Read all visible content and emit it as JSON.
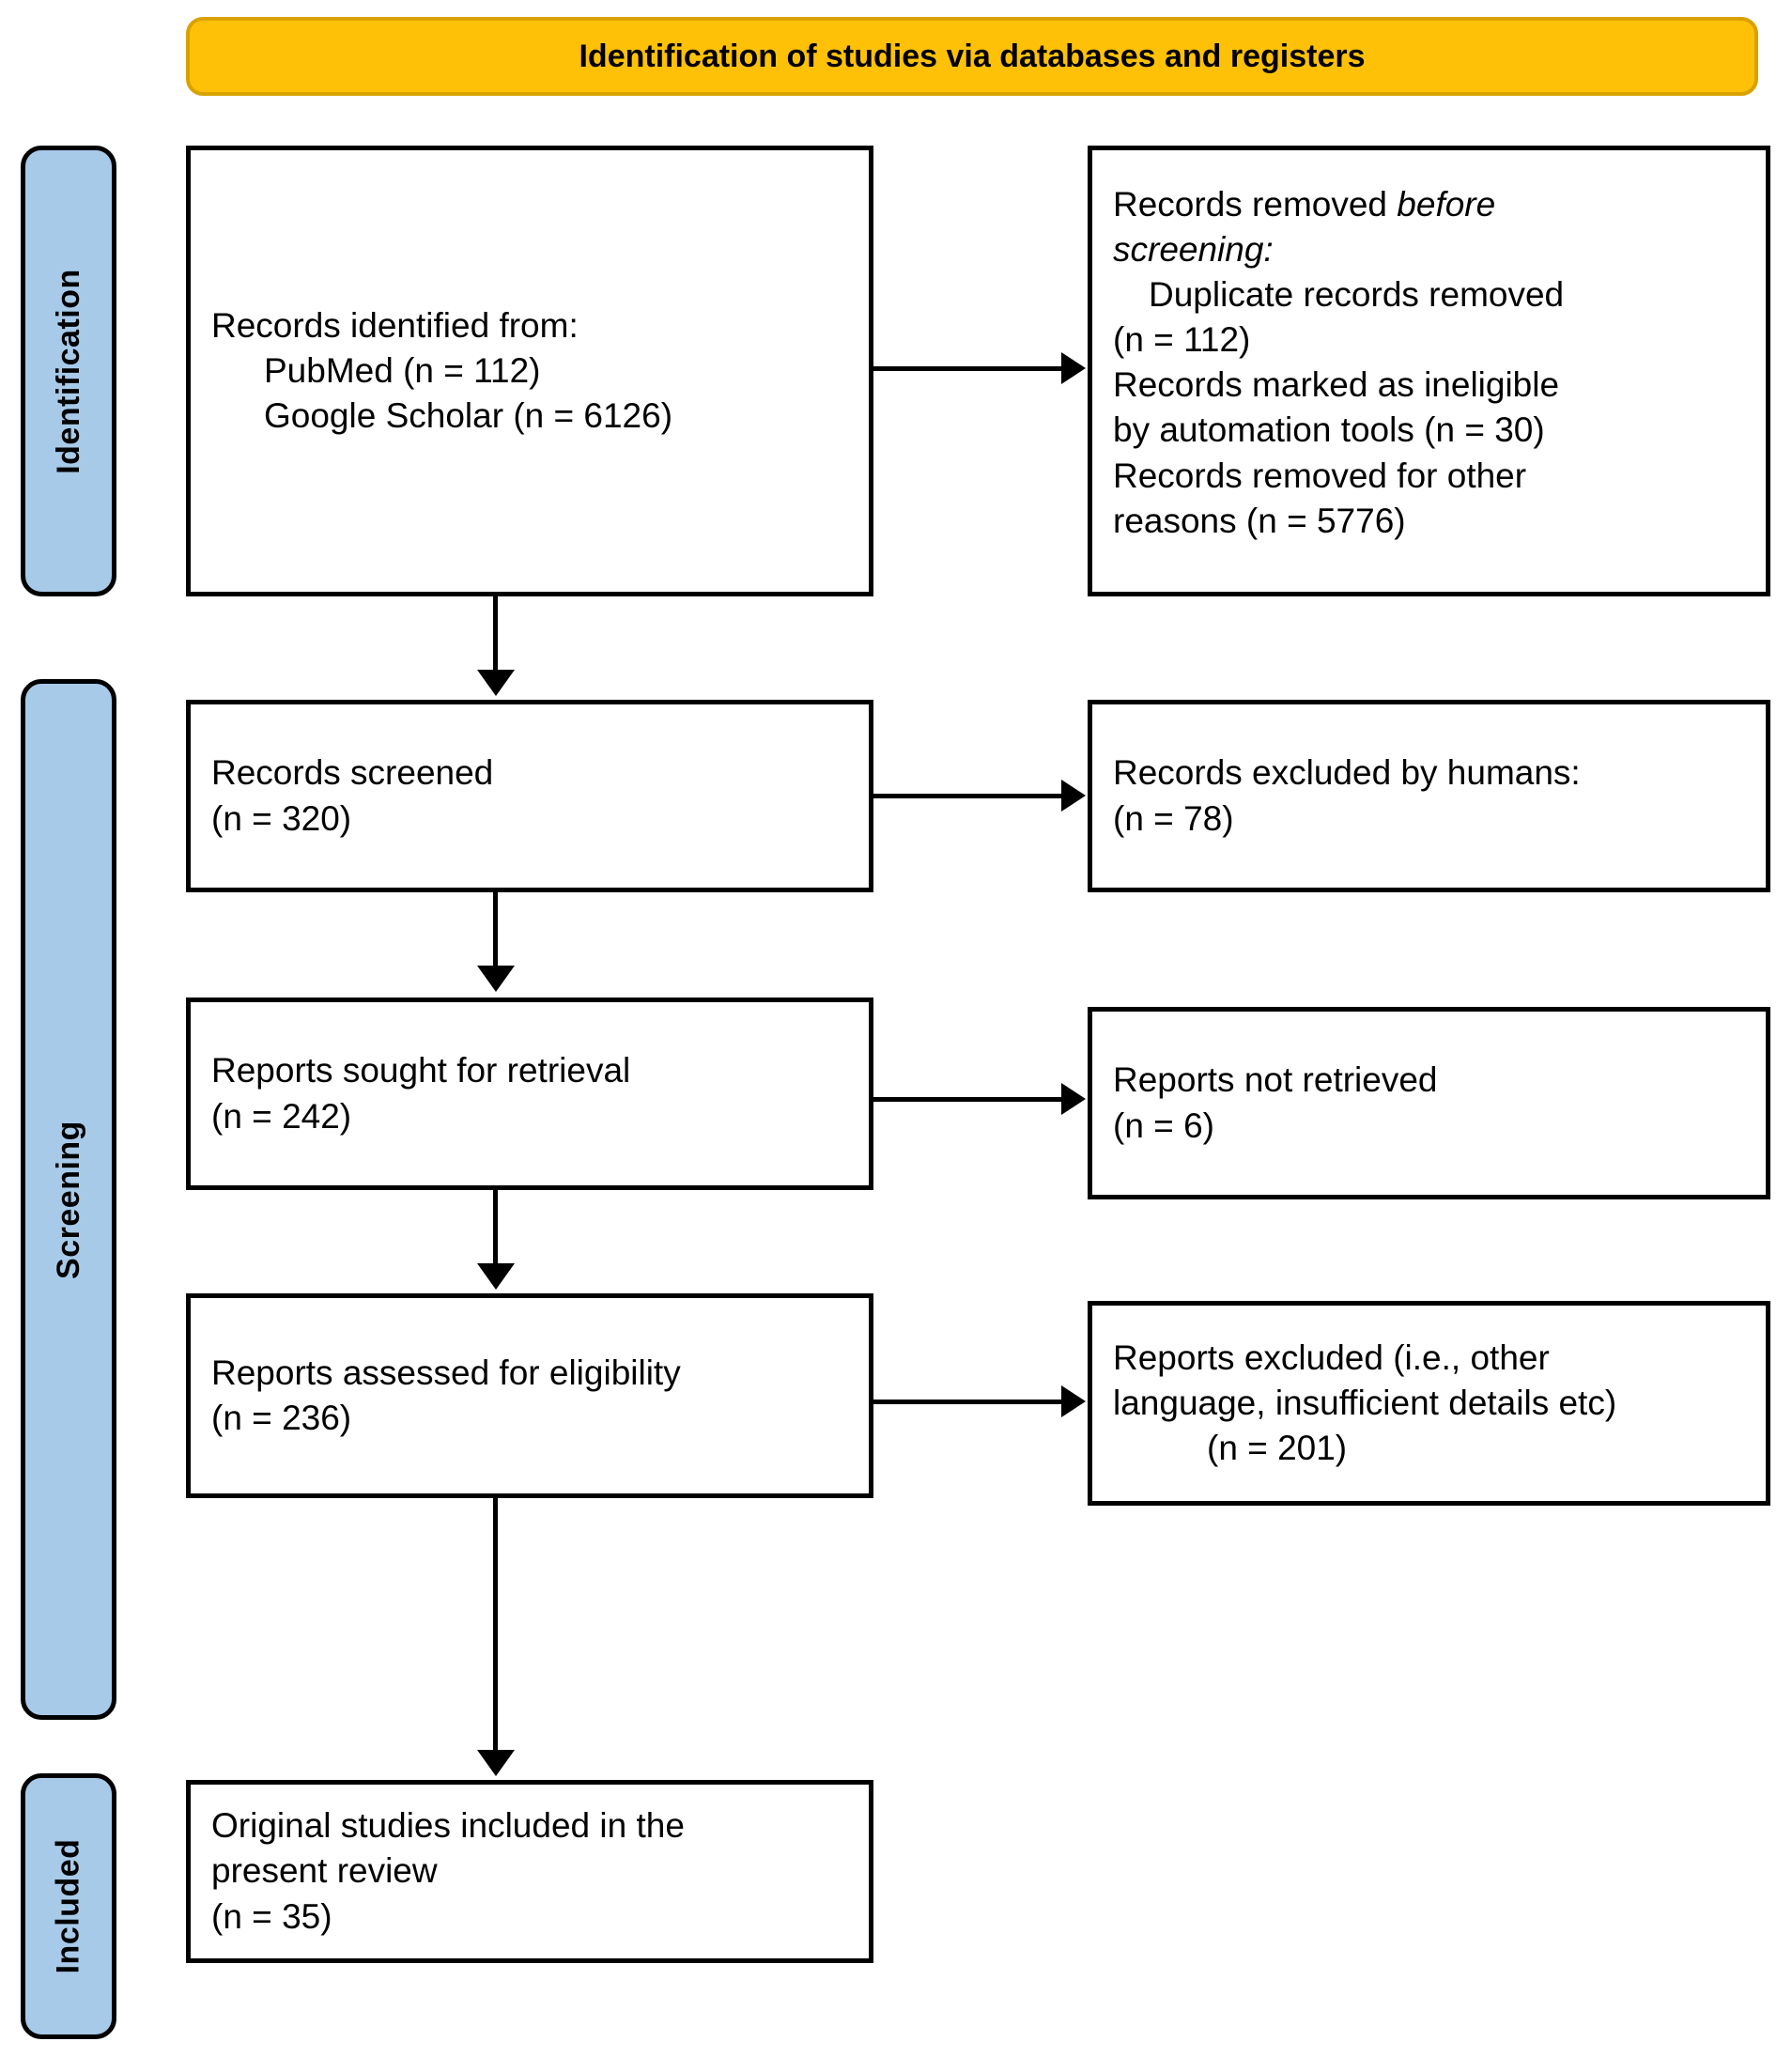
{
  "diagram": {
    "title": "Identification of studies via databases and registers",
    "type": "prisma-flow-diagram"
  },
  "header": {
    "label": "Identification of studies via databases and registers",
    "fill_color": "#FFC107",
    "border_color": "#D9A200"
  },
  "stages": [
    {
      "id": "identification",
      "label": "Identification",
      "fill_color": "#A8CAE9"
    },
    {
      "id": "screening",
      "label": "Screening",
      "fill_color": "#A8CAE9"
    },
    {
      "id": "included",
      "label": "Included",
      "fill_color": "#A8CAE9"
    }
  ],
  "boxes": {
    "records_identified": {
      "name": "Records identified from",
      "lines": [
        {
          "text": "Records identified from:",
          "indent": 0,
          "italic": false
        },
        {
          "text": "PubMed (n = 112)",
          "indent": 1,
          "italic": false
        },
        {
          "text": "Google Scholar (n = 6126)",
          "indent": 1,
          "italic": false
        }
      ]
    },
    "records_removed": {
      "name": "Records removed before screening",
      "lines": [
        {
          "text": "Records removed ",
          "indent": 0,
          "italic": false
        },
        {
          "text": "before",
          "indent": 0,
          "italic": true
        },
        {
          "text": "screening:",
          "indent": 0,
          "italic": true
        },
        {
          "text": "Duplicate records removed",
          "indent": 2,
          "italic": false
        },
        {
          "text": "(n = 112)",
          "indent": 0,
          "italic": false
        },
        {
          "text": "Records marked as ineligible",
          "indent": 0,
          "italic": false
        },
        {
          "text": "by automation tools (n = 30)",
          "indent": 0,
          "italic": false
        },
        {
          "text": "Records removed for other",
          "indent": 0,
          "italic": false
        },
        {
          "text": "reasons (n = 5776)",
          "indent": 0,
          "italic": false
        }
      ]
    },
    "records_screened": {
      "name": "Records screened",
      "lines": [
        {
          "text": "Records screened",
          "indent": 0,
          "italic": false
        },
        {
          "text": "(n = 320)",
          "indent": 0,
          "italic": false
        }
      ]
    },
    "records_excluded": {
      "name": "Records excluded by humans",
      "lines": [
        {
          "text": "Records excluded by humans:",
          "indent": 0,
          "italic": false
        },
        {
          "text": "(n = 78)",
          "indent": 0,
          "italic": false
        }
      ]
    },
    "reports_sought": {
      "name": "Reports sought for retrieval",
      "lines": [
        {
          "text": "Reports sought for retrieval",
          "indent": 0,
          "italic": false
        },
        {
          "text": "(n = 242)",
          "indent": 0,
          "italic": false
        }
      ]
    },
    "reports_not_retrieved": {
      "name": "Reports not retrieved",
      "lines": [
        {
          "text": "Reports not retrieved",
          "indent": 0,
          "italic": false
        },
        {
          "text": "(n = 6)",
          "indent": 0,
          "italic": false
        }
      ]
    },
    "reports_assessed": {
      "name": "Reports assessed for eligibility",
      "lines": [
        {
          "text": "Reports assessed for eligibility",
          "indent": 0,
          "italic": false
        },
        {
          "text": "(n = 236)",
          "indent": 0,
          "italic": false
        }
      ]
    },
    "reports_excluded": {
      "name": "Reports excluded",
      "lines": [
        {
          "text": "Reports excluded (i.e., other",
          "indent": 0,
          "italic": false
        },
        {
          "text": "language, insufficient details etc)",
          "indent": 0,
          "italic": false
        },
        {
          "text": "(n = 201)",
          "indent": 3,
          "italic": false
        }
      ]
    },
    "studies_included": {
      "name": "Original studies included in the present review",
      "lines": [
        {
          "text": "Original studies included in the",
          "indent": 0,
          "italic": false
        },
        {
          "text": "present review",
          "indent": 0,
          "italic": false
        },
        {
          "text": "(n = 35)",
          "indent": 0,
          "italic": false
        }
      ]
    }
  },
  "counts": {
    "pubmed": 112,
    "google_scholar": 6126,
    "duplicates_removed": 112,
    "ineligible_by_automation": 30,
    "removed_other_reasons": 5776,
    "records_screened": 320,
    "records_excluded_humans": 78,
    "reports_sought": 242,
    "reports_not_retrieved": 6,
    "reports_assessed": 236,
    "reports_excluded": 201,
    "studies_included": 35
  }
}
